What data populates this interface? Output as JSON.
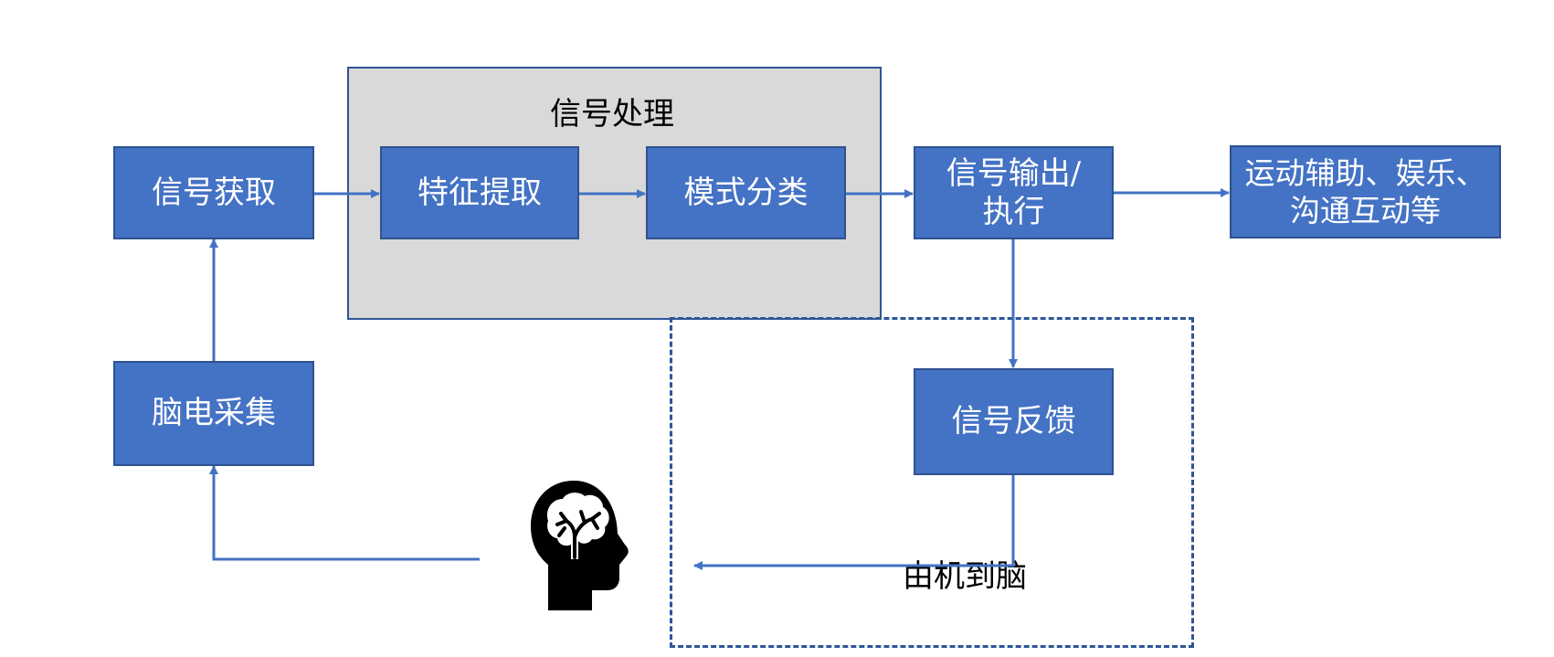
{
  "diagram": {
    "group": {
      "title": "信号处理"
    },
    "nodes": {
      "signal_acquisition": "信号获取",
      "feature_extraction": "特征提取",
      "pattern_classification": "模式分类",
      "signal_output_line1": "信号输出/",
      "signal_output_line2": "执行",
      "applications_line1": "运动辅助、娱乐、",
      "applications_line2": "沟通互动等",
      "eeg_collection": "脑电采集",
      "signal_feedback": "信号反馈"
    },
    "feedback_region_label": "由机到脑",
    "icons": {
      "head": "human-head-brain-icon"
    },
    "colors": {
      "node_fill": "#4472c4",
      "node_border": "#2f528f",
      "group_fill": "#d9d9d9",
      "connector": "#4472c4",
      "dash_border": "#2f5597"
    },
    "edges": [
      {
        "from": "信号获取",
        "to": "特征提取"
      },
      {
        "from": "特征提取",
        "to": "模式分类"
      },
      {
        "from": "模式分类",
        "to": "信号输出/执行"
      },
      {
        "from": "信号输出/执行",
        "to": "运动辅助、娱乐、沟通互动等"
      },
      {
        "from": "信号输出/执行",
        "to": "信号反馈"
      },
      {
        "from": "信号反馈",
        "to": "brain"
      },
      {
        "from": "brain",
        "to": "脑电采集"
      },
      {
        "from": "脑电采集",
        "to": "信号获取"
      }
    ]
  }
}
